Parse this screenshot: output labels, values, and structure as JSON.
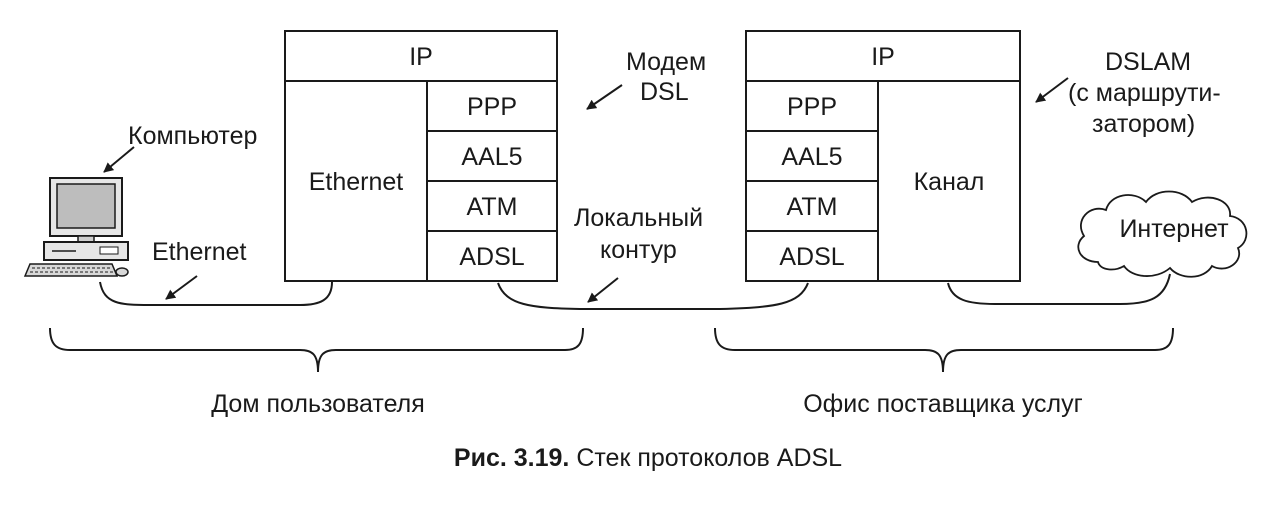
{
  "modem_stack": {
    "ip": "IP",
    "ethernet": "Ethernet",
    "ppp": "PPP",
    "aal5": "AAL5",
    "atm": "ATM",
    "adsl": "ADSL"
  },
  "dslam_stack": {
    "ip": "IP",
    "ppp": "PPP",
    "aal5": "AAL5",
    "atm": "ATM",
    "adsl": "ADSL",
    "link": "Канал"
  },
  "labels": {
    "computer": "Компьютер",
    "ethernet": "Ethernet",
    "modem_line1": "Модем",
    "modem_line2": "DSL",
    "local_loop_line1": "Локальный",
    "local_loop_line2": "контур",
    "dslam_line1": "DSLAM",
    "dslam_line2": "(с маршрути-",
    "dslam_line3": "затором)",
    "internet": "Интернет",
    "customer_home": "Дом пользователя",
    "isp_office": "Офис поставщика услуг"
  },
  "caption": {
    "number": "Рис. 3.19.",
    "title": "Стек протоколов ADSL"
  }
}
